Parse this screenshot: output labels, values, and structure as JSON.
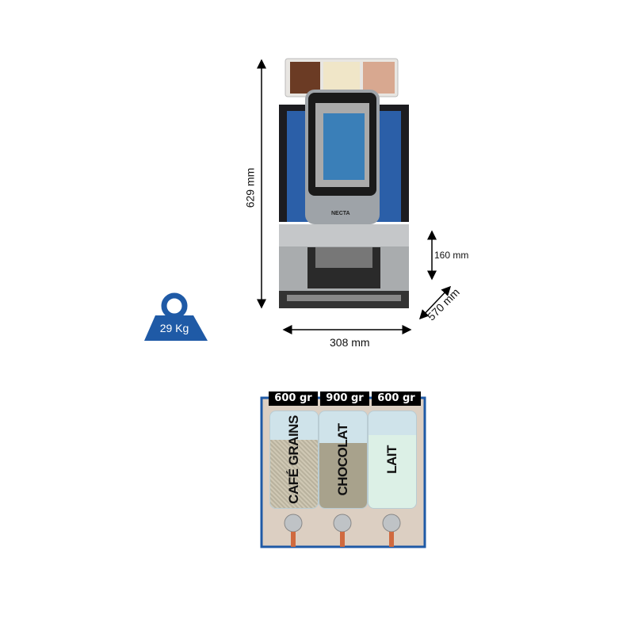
{
  "dimensions": {
    "height": "629 mm",
    "width": "308 mm",
    "depth": "570 mm",
    "cup_height": "160 mm"
  },
  "weight": "29 Kg",
  "brand": "NECTA",
  "canisters": [
    {
      "capacity": "600 gr",
      "label": "CAFÉ GRAINS"
    },
    {
      "capacity": "900 gr",
      "label": "CHOCOLAT"
    },
    {
      "capacity": "600 gr",
      "label": "LAIT"
    }
  ],
  "colors": {
    "accent": "#1f5aa6",
    "panel_bg": "#dccfc2"
  }
}
